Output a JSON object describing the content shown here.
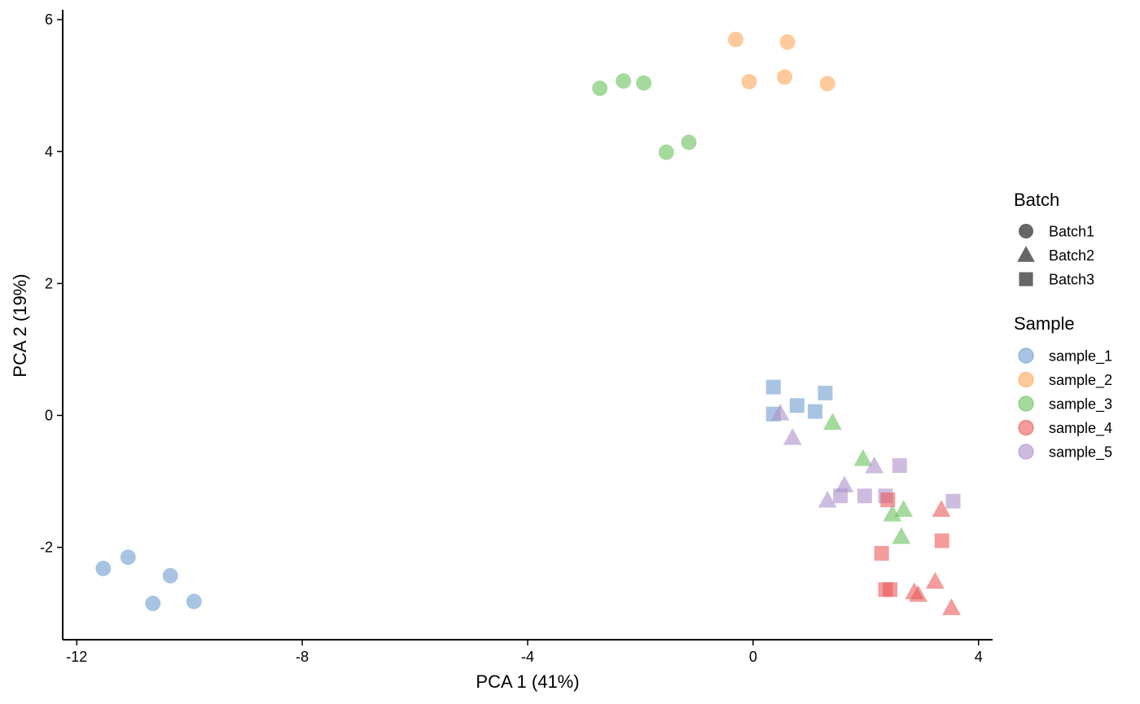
{
  "chart_data": {
    "type": "scatter",
    "xlabel": "PCA 1 (41%)",
    "ylabel": "PCA 2 (19%)",
    "xlim": [
      -12.25,
      4.25
    ],
    "ylim": [
      -3.4,
      6.15
    ],
    "xticks": [
      -12,
      -8,
      -4,
      0,
      4
    ],
    "xtick_labels": [
      "-12",
      "-8",
      "-4",
      "0",
      "4"
    ],
    "yticks": [
      -2,
      0,
      2,
      4,
      6
    ],
    "ytick_labels": [
      "-2",
      "0",
      "2",
      "4",
      "6"
    ],
    "grid": false,
    "legend_position": "right",
    "legends": {
      "batch": {
        "title": "Batch",
        "items": [
          {
            "label": "Batch1",
            "shape": "circle"
          },
          {
            "label": "Batch2",
            "shape": "triangle"
          },
          {
            "label": "Batch3",
            "shape": "square"
          }
        ]
      },
      "sample": {
        "title": "Sample",
        "items": [
          {
            "label": "sample_1",
            "color": "#6f9dcf"
          },
          {
            "label": "sample_2",
            "color": "#fda658"
          },
          {
            "label": "sample_3",
            "color": "#6abf5e"
          },
          {
            "label": "sample_4",
            "color": "#eb5a5a"
          },
          {
            "label": "sample_5",
            "color": "#ad8fcc"
          }
        ]
      }
    },
    "points": [
      {
        "sample": "sample_1",
        "batch": "Batch1",
        "x": -11.53,
        "y": -2.32
      },
      {
        "sample": "sample_1",
        "batch": "Batch1",
        "x": -11.09,
        "y": -2.15
      },
      {
        "sample": "sample_1",
        "batch": "Batch1",
        "x": -10.34,
        "y": -2.43
      },
      {
        "sample": "sample_1",
        "batch": "Batch1",
        "x": -10.65,
        "y": -2.85
      },
      {
        "sample": "sample_1",
        "batch": "Batch1",
        "x": -9.92,
        "y": -2.82
      },
      {
        "sample": "sample_2",
        "batch": "Batch1",
        "x": -0.31,
        "y": 5.7
      },
      {
        "sample": "sample_2",
        "batch": "Batch1",
        "x": 0.61,
        "y": 5.66
      },
      {
        "sample": "sample_2",
        "batch": "Batch1",
        "x": -0.07,
        "y": 5.06
      },
      {
        "sample": "sample_2",
        "batch": "Batch1",
        "x": 0.56,
        "y": 5.13
      },
      {
        "sample": "sample_2",
        "batch": "Batch1",
        "x": 1.32,
        "y": 5.03
      },
      {
        "sample": "sample_3",
        "batch": "Batch1",
        "x": -2.72,
        "y": 4.96
      },
      {
        "sample": "sample_3",
        "batch": "Batch1",
        "x": -2.3,
        "y": 5.07
      },
      {
        "sample": "sample_3",
        "batch": "Batch1",
        "x": -1.94,
        "y": 5.04
      },
      {
        "sample": "sample_3",
        "batch": "Batch1",
        "x": -1.54,
        "y": 3.99
      },
      {
        "sample": "sample_3",
        "batch": "Batch1",
        "x": -1.14,
        "y": 4.14
      },
      {
        "sample": "sample_1",
        "batch": "Batch3",
        "x": 0.36,
        "y": 0.43
      },
      {
        "sample": "sample_1",
        "batch": "Batch3",
        "x": 0.36,
        "y": 0.02
      },
      {
        "sample": "sample_1",
        "batch": "Batch3",
        "x": 0.78,
        "y": 0.15
      },
      {
        "sample": "sample_1",
        "batch": "Batch3",
        "x": 1.1,
        "y": 0.06
      },
      {
        "sample": "sample_1",
        "batch": "Batch3",
        "x": 1.28,
        "y": 0.34
      },
      {
        "sample": "sample_3",
        "batch": "Batch2",
        "x": 1.41,
        "y": -0.11
      },
      {
        "sample": "sample_3",
        "batch": "Batch2",
        "x": 1.95,
        "y": -0.66
      },
      {
        "sample": "sample_3",
        "batch": "Batch2",
        "x": 2.47,
        "y": -1.5
      },
      {
        "sample": "sample_3",
        "batch": "Batch2",
        "x": 2.67,
        "y": -1.43
      },
      {
        "sample": "sample_3",
        "batch": "Batch2",
        "x": 2.63,
        "y": -1.84
      },
      {
        "sample": "sample_5",
        "batch": "Batch2",
        "x": 0.48,
        "y": 0.03
      },
      {
        "sample": "sample_5",
        "batch": "Batch2",
        "x": 0.7,
        "y": -0.34
      },
      {
        "sample": "sample_5",
        "batch": "Batch2",
        "x": 2.15,
        "y": -0.77
      },
      {
        "sample": "sample_5",
        "batch": "Batch2",
        "x": 1.62,
        "y": -1.06
      },
      {
        "sample": "sample_5",
        "batch": "Batch2",
        "x": 1.32,
        "y": -1.29
      },
      {
        "sample": "sample_5",
        "batch": "Batch3",
        "x": 2.6,
        "y": -0.76
      },
      {
        "sample": "sample_5",
        "batch": "Batch3",
        "x": 1.55,
        "y": -1.22
      },
      {
        "sample": "sample_5",
        "batch": "Batch3",
        "x": 1.98,
        "y": -1.22
      },
      {
        "sample": "sample_5",
        "batch": "Batch3",
        "x": 2.35,
        "y": -1.22
      },
      {
        "sample": "sample_5",
        "batch": "Batch3",
        "x": 3.55,
        "y": -1.3
      },
      {
        "sample": "sample_4",
        "batch": "Batch3",
        "x": 2.39,
        "y": -1.28
      },
      {
        "sample": "sample_4",
        "batch": "Batch3",
        "x": 3.35,
        "y": -1.9
      },
      {
        "sample": "sample_4",
        "batch": "Batch3",
        "x": 2.28,
        "y": -2.09
      },
      {
        "sample": "sample_4",
        "batch": "Batch3",
        "x": 2.35,
        "y": -2.64
      },
      {
        "sample": "sample_4",
        "batch": "Batch3",
        "x": 2.43,
        "y": -2.64
      },
      {
        "sample": "sample_4",
        "batch": "Batch2",
        "x": 3.34,
        "y": -1.43
      },
      {
        "sample": "sample_4",
        "batch": "Batch2",
        "x": 3.23,
        "y": -2.52
      },
      {
        "sample": "sample_4",
        "batch": "Batch2",
        "x": 2.86,
        "y": -2.68
      },
      {
        "sample": "sample_4",
        "batch": "Batch2",
        "x": 2.93,
        "y": -2.72
      },
      {
        "sample": "sample_4",
        "batch": "Batch2",
        "x": 3.52,
        "y": -2.92
      }
    ]
  }
}
